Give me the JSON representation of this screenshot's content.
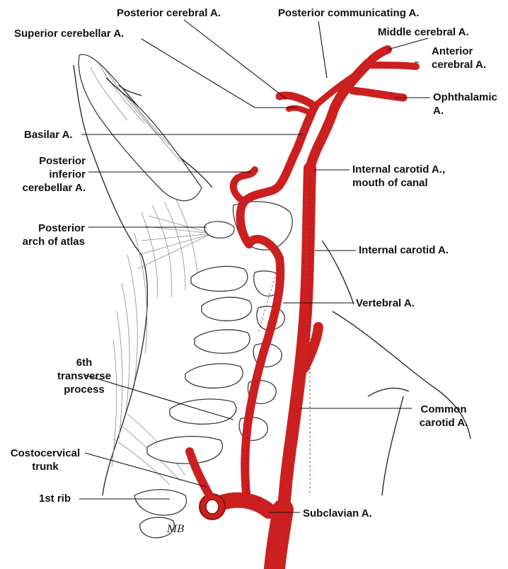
{
  "figure": {
    "artery_color": "#cc1f1f",
    "artery_dark": "#8e1010",
    "line_color": "#111111",
    "labels": {
      "posterior_cerebral": "Posterior cerebral A.",
      "posterior_communicating": "Posterior communicating A.",
      "middle_cerebral": "Middle cerebral A.",
      "superior_cerebellar": "Superior cerebellar A.",
      "anterior_cerebral": [
        "Anterior",
        "cerebral A."
      ],
      "ophthalmic": [
        "Ophthalamic",
        "A."
      ],
      "basilar": "Basilar A.",
      "posterior_inferior_cerebellar": [
        "Posterior",
        "inferior",
        "cerebellar A."
      ],
      "internal_carotid_mouth": [
        "Internal carotid A.,",
        "mouth of canal"
      ],
      "posterior_arch_atlas": [
        "Posterior",
        "arch of atlas"
      ],
      "internal_carotid": "Internal carotid A.",
      "vertebral": "Vertebral A.",
      "sixth_transverse": [
        "6th",
        "transverse",
        "process"
      ],
      "common_carotid": [
        "Common",
        "carotid A."
      ],
      "costocervical": [
        "Costocervical",
        "trunk"
      ],
      "first_rib": "1st rib",
      "subclavian": "Subclavian A.",
      "signature": "MB"
    }
  }
}
